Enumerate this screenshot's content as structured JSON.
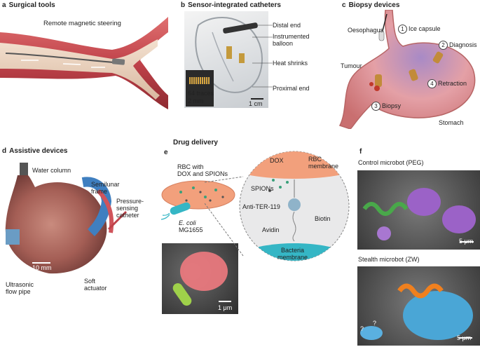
{
  "panels": {
    "a": {
      "letter": "a",
      "title": "Surgical tools",
      "labels": {
        "steering": "Remote magnetic steering"
      }
    },
    "b": {
      "letter": "b",
      "title": "Sensor-integrated catheters",
      "labels": {
        "distal": "Distal end",
        "balloon": "Instrumented\nballoon",
        "heat": "Heat shrinks",
        "proximal": "Proximal end",
        "traces": "64 traces",
        "scale_inset": "2 mm",
        "scale_main": "1 cm"
      }
    },
    "c": {
      "letter": "c",
      "title": "Biopsy devices",
      "labels": {
        "oesophagus": "Oesophagus",
        "ice": "Ice capsule",
        "diagnosis": "Diagnosis",
        "tumour": "Tumour",
        "retraction": "Retraction",
        "biopsy": "Biopsy",
        "stomach": "Stomach"
      },
      "steps": {
        "one": "1",
        "two": "2",
        "three": "3",
        "four": "4"
      }
    },
    "d": {
      "letter": "d",
      "title": "Assistive devices",
      "labels": {
        "water": "Water column",
        "semilunar": "Semilunar\nframe",
        "pressure": "Pressure-\nsensing\ncatheter",
        "scale": "10 mm",
        "ultrasonic": "Ultrasonic\nflow pipe",
        "soft": "Soft\nactuator"
      }
    },
    "e": {
      "letter": "e",
      "title": "Drug delivery",
      "labels": {
        "rbc": "RBC with\nDOX and SPIONs",
        "ecoli": "E. coli",
        "strain": "MG1655",
        "dox": "DOX",
        "spions": "SPIONs",
        "rbc_membrane": "RBC\nmembrane",
        "anti": "Anti-TER-119",
        "biotin": "Biotin",
        "avidin": "Avidin",
        "bacteria": "Bacteria\nmembrane",
        "scale": "1 μm"
      }
    },
    "f": {
      "letter": "f",
      "title": "",
      "labels": {
        "control": "Control microbot (PEG)",
        "stealth": "Stealth microbot (ZW)",
        "scale_top": "5 μm",
        "scale_bottom": "5 μm",
        "q1": "?",
        "q2": "?"
      }
    }
  },
  "colors": {
    "vessel": "#c0424a",
    "stomach": "#e7a6a0",
    "rbc": "#f2a07c",
    "bacteria": "#35b6c5",
    "sem_purple": "#9b62c7",
    "sem_blue": "#4aa6d6"
  }
}
